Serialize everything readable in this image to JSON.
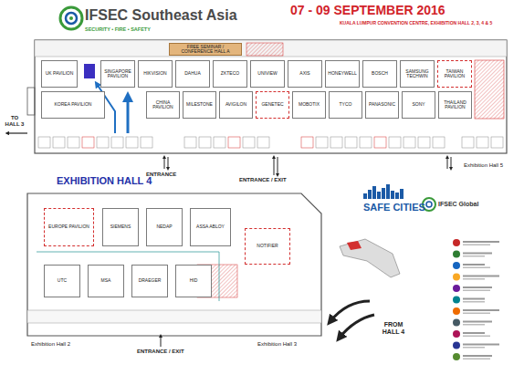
{
  "diagram": {
    "title": "IFSEC Southeast Asia",
    "nodes": [
      {
        "text": [
          "FREE SEMINAR / CONFERENCE HALL A"
        ]
      },
      {
        "text": [
          "UK PAVILION"
        ]
      },
      {
        "text": [
          "SINGAPORE PAVILION"
        ]
      },
      {
        "text": [
          "HIKVISION"
        ]
      },
      {
        "text": [
          "DAHUA"
        ]
      },
      {
        "text": [
          "ZKTECO"
        ]
      },
      {
        "text": [
          "UNIVIEW"
        ]
      },
      {
        "text": [
          "AXIS"
        ]
      },
      {
        "text": [
          "HONEYWELL"
        ]
      },
      {
        "text": [
          "BOSCH"
        ]
      },
      {
        "text": [
          "SAMSUNG TECHWIN"
        ]
      },
      {
        "text": [
          "TAIWAN PAVILION"
        ]
      },
      {
        "text": [
          "KOREA PAVILION"
        ]
      },
      {
        "text": [
          "CHINA PAVILION"
        ]
      },
      {
        "text": [
          "MILESTONE"
        ]
      },
      {
        "text": [
          "AVIGILON"
        ]
      },
      {
        "text": [
          "GENETEC"
        ]
      },
      {
        "text": [
          "MOBOTIX"
        ]
      },
      {
        "text": [
          "TYCO"
        ]
      },
      {
        "text": [
          "PANASONIC"
        ]
      },
      {
        "text": [
          "SONY"
        ]
      },
      {
        "text": [
          "THAILAND PAVILION"
        ]
      },
      {
        "text": [
          "EUROPE PAVILION"
        ]
      },
      {
        "text": [
          "SIEMENS"
        ]
      },
      {
        "text": [
          "NEDAP"
        ]
      },
      {
        "text": [
          "ASSA ABLOY"
        ]
      },
      {
        "text": [
          "UTC"
        ]
      },
      {
        "text": [
          "MSA"
        ]
      },
      {
        "text": [
          "DRAEGER"
        ]
      },
      {
        "text": [
          "HID"
        ]
      },
      {
        "text": [
          "NOTIFIER"
        ]
      }
    ],
    "labels": [
      "SECURITY • FIRE • SAFETY",
      "07 - 09 SEPTEMBER 2016",
      "KUALA LUMPUR CONVENTION CENTRE, EXHIBITION HALL 2, 3, 4 & 5",
      "TO HALL 3",
      "EXHIBITION HALL 4",
      "ENTRANCE",
      "ENTRANCE / EXIT",
      "Exhibition Hall 5",
      "SAFE CITIES",
      "IFSEC Global",
      "Exhibition Hall 2",
      "ENTRANCE / EXIT",
      "Exhibition Hall 3",
      "FROM HALL 4"
    ]
  }
}
